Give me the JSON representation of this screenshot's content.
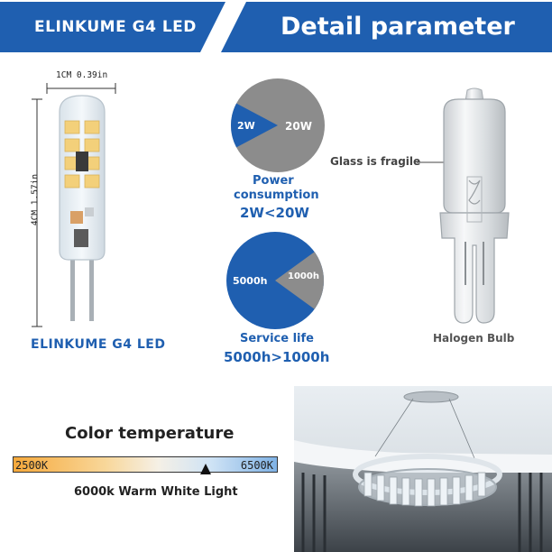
{
  "header": {
    "left_title": "ELINKUME G4 LED",
    "right_title": "Detail parameter",
    "accent_color": "#1f5fb0"
  },
  "led_product": {
    "width_label": "1CM 0.39in",
    "height_label": "4CM 1.57in",
    "caption": "ELINKUME G4 LED"
  },
  "power": {
    "led_value": "2W",
    "halogen_value": "20W",
    "led_fraction": 0.1,
    "caption_line1": "Power",
    "caption_line2": "consumption",
    "comparison": "2W<20W",
    "led_color": "#1f5fb0",
    "halogen_color": "#8c8c8c"
  },
  "service_life": {
    "led_value": "5000h",
    "halogen_value": "1000h",
    "halogen_fraction": 0.2,
    "caption": "Service life",
    "comparison": "5000h>1000h"
  },
  "halogen": {
    "note": "Glass is fragile",
    "caption": "Halogen Bulb"
  },
  "color_temperature": {
    "title": "Color temperature",
    "min_label": "2500K",
    "max_label": "6500K",
    "note": "6000k Warm White Light",
    "marker_kelvin": 6000,
    "range_kelvin": [
      2500,
      6500
    ]
  }
}
